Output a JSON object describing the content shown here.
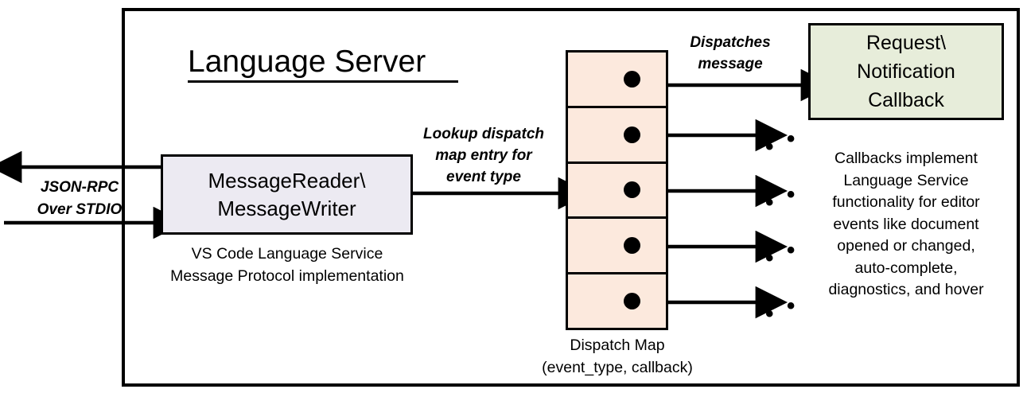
{
  "diagram": {
    "title": "Language Server",
    "outer_border_color": "#000000",
    "background": "#ffffff"
  },
  "external_io": {
    "label_line1": "JSON-RPC",
    "label_line2": "Over STDIO",
    "outgoing_arrow_name": "arrow-out-left",
    "incoming_arrow_name": "arrow-in-right"
  },
  "message_box": {
    "line1": "MessageReader\\",
    "line2": "MessageWriter",
    "caption_line1": "VS Code Language Service",
    "caption_line2": "Message Protocol implementation",
    "fill": "#eceaf2",
    "border": "#000000"
  },
  "lookup_arrow": {
    "label_line1": "Lookup dispatch",
    "label_line2": "map entry for",
    "label_line3": "event type"
  },
  "dispatch_map": {
    "caption_line1": "Dispatch Map",
    "caption_line2": "(event_type, callback)",
    "fill": "#fce9dd",
    "border": "#000000",
    "rows": [
      {
        "dot": "callback-dot",
        "target": "Request\\Notification Callback"
      },
      {
        "dot": "callback-dot",
        "target": "..."
      },
      {
        "dot": "callback-dot",
        "target": "..."
      },
      {
        "dot": "callback-dot",
        "target": "..."
      },
      {
        "dot": "callback-dot",
        "target": "..."
      }
    ],
    "row_count": 5
  },
  "dispatch_arrow": {
    "label_line1": "Dispatches",
    "label_line2": "message"
  },
  "callback_box": {
    "line1": "Request\\",
    "line2": "Notification",
    "line3": "Callback",
    "fill": "#e7edda",
    "border": "#000000",
    "description_line1": "Callbacks implement",
    "description_line2": "Language Service",
    "description_line3": "functionality for editor",
    "description_line4": "events like document",
    "description_line5": "opened or changed,",
    "description_line6": "auto-complete,",
    "description_line7": "diagnostics, and hover"
  },
  "ellipses": {
    "glyph": "• • •"
  }
}
